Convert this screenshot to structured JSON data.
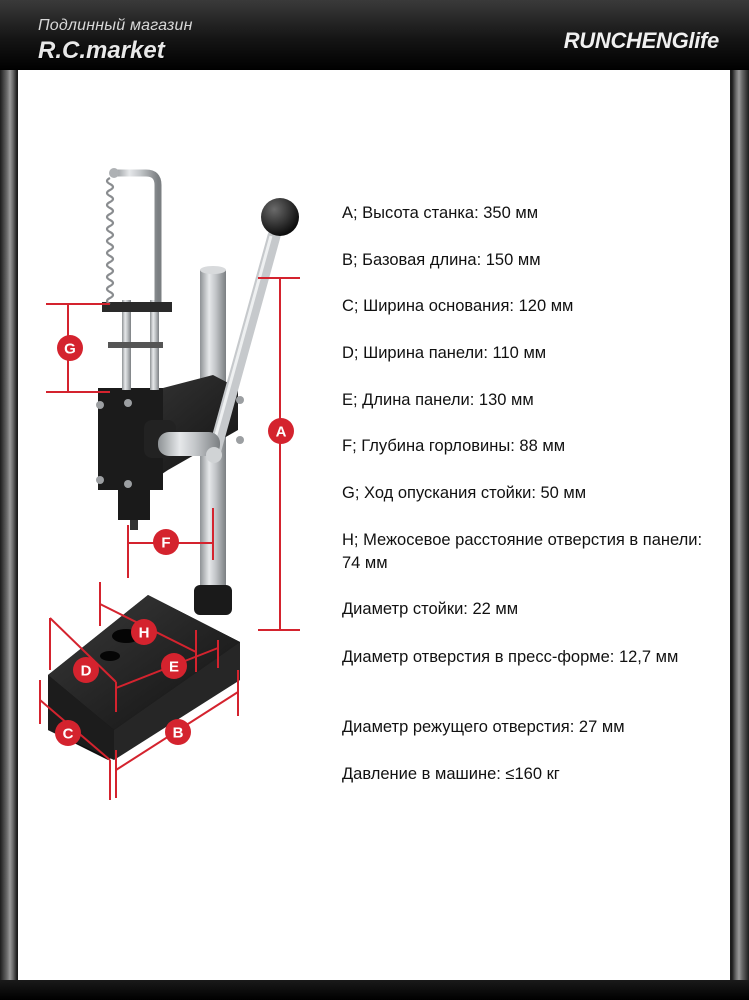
{
  "header": {
    "shop_name_ru": "Подлинный магазин",
    "shop_name_en": "R.C.market",
    "brand": "RUNCHENGlife"
  },
  "diagram_labels": {
    "a": "A",
    "b": "B",
    "c": "C",
    "d": "D",
    "e": "E",
    "f": "F",
    "g": "G",
    "h": "H"
  },
  "specs": [
    "A; Высота станка: 350 мм",
    "B; Базовая длина: 150 мм",
    "C; Ширина основания: 120 мм",
    "D; Ширина панели: 110 мм",
    "E; Длина панели: 130 мм",
    "F; Глубина горловины: 88 мм",
    "G; Ход опускания стойки: 50 мм",
    "H; Межосевое расстояние отверстия в панели: 74 мм",
    "Диаметр стойки: 22 мм",
    "Диаметр отверстия в пресс-форме: 12,7 мм",
    "Диаметр режущего отверстия: 27 мм",
    "Давление в машине: ≤160 кг"
  ],
  "colors": {
    "dimension_red": "#d4232e",
    "machine_black": "#1e1e1e",
    "steel": "#b9bcbf"
  }
}
